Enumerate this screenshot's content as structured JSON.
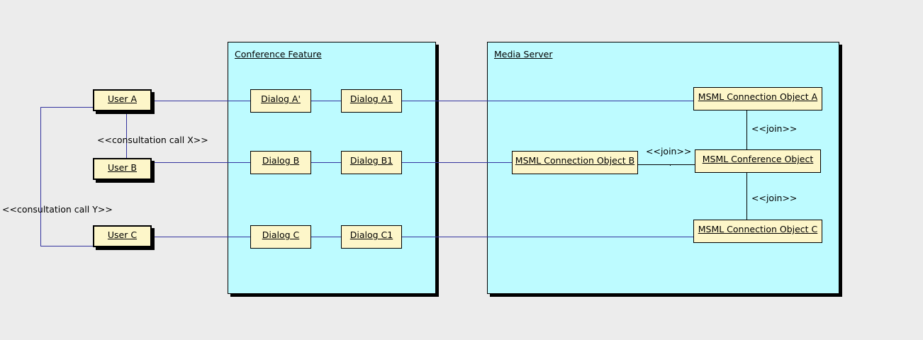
{
  "diagram": {
    "background_color": "#ececec",
    "package_fill": "#bdfbff",
    "object_fill": "#fdf6c9",
    "connector_color": "#33339e",
    "join_connector_color": "#000000"
  },
  "packages": [
    {
      "id": "conference-feature",
      "title": "Conference Feature"
    },
    {
      "id": "media-server",
      "title": "Media Server"
    }
  ],
  "actors": [
    {
      "id": "user-a",
      "label": "User A"
    },
    {
      "id": "user-b",
      "label": "User B"
    },
    {
      "id": "user-c",
      "label": "User C"
    }
  ],
  "dialogs": [
    {
      "id": "dialog-a-prime",
      "label": "Dialog A'"
    },
    {
      "id": "dialog-a1",
      "label": "Dialog A1"
    },
    {
      "id": "dialog-b",
      "label": "Dialog B"
    },
    {
      "id": "dialog-b1",
      "label": "Dialog B1"
    },
    {
      "id": "dialog-c",
      "label": "Dialog C"
    },
    {
      "id": "dialog-c1",
      "label": "Dialog C1"
    }
  ],
  "media_objects": [
    {
      "id": "msml-connection-object-a",
      "label": "MSML Connection Object A"
    },
    {
      "id": "msml-connection-object-b",
      "label": "MSML Connection Object B"
    },
    {
      "id": "msml-connection-object-c",
      "label": "MSML Connection Object C"
    },
    {
      "id": "msml-conference-object",
      "label": "MSML Conference Object"
    }
  ],
  "stereotypes": {
    "consultation_call_x": "<<consultation call X>>",
    "consultation_call_y": "<<consultation call Y>>",
    "join_a": "<<join>>",
    "join_b": "<<join>>",
    "join_c": "<<join>>"
  }
}
